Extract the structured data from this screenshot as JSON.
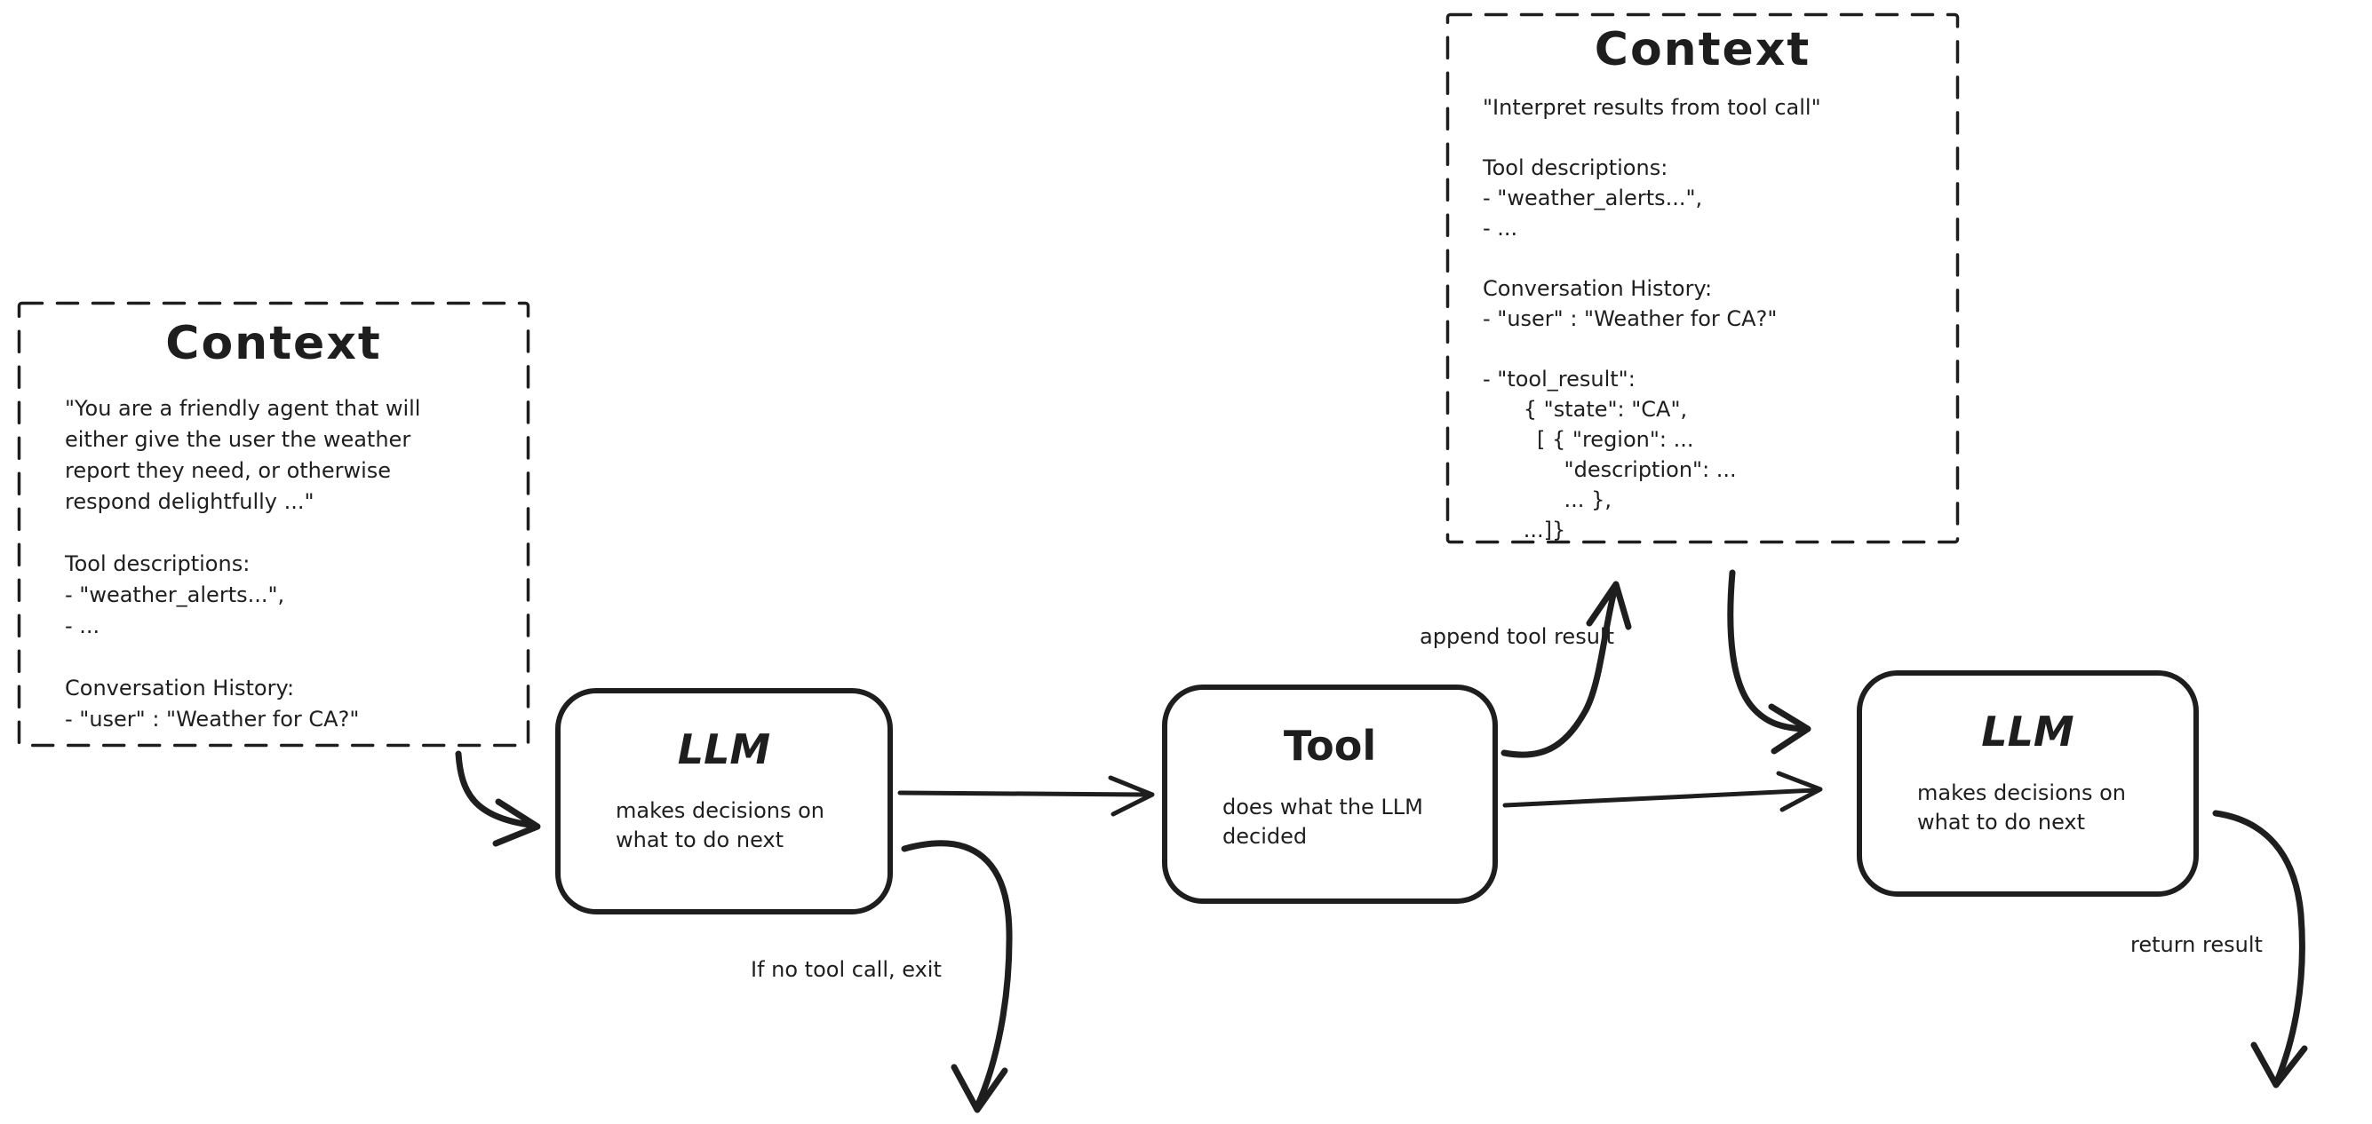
{
  "colors": {
    "ink": "#1e1e1e",
    "background": "#ffffff"
  },
  "context_left": {
    "title": "Context",
    "lines": [
      "\"You are a friendly agent that will",
      "either give the user the weather",
      "report they need, or otherwise",
      "respond delightfully ...\"",
      "",
      "Tool descriptions:",
      "- \"weather_alerts...\",",
      "- ...",
      "",
      "Conversation History:",
      "- \"user\" : \"Weather for CA?\""
    ]
  },
  "context_right": {
    "title": "Context",
    "lines": [
      "\"Interpret results from tool call\"",
      "",
      "Tool descriptions:",
      "- \"weather_alerts...\",",
      "- ...",
      "",
      "Conversation History:",
      "- \"user\" : \"Weather for CA?\"",
      "",
      "- \"tool_result\":",
      "      { \"state\": \"CA\",",
      "        [ { \"region\": ...",
      "            \"description\": ...",
      "            ... },",
      "      ...]}"
    ]
  },
  "nodes": {
    "llm1": {
      "title": "LLM",
      "subtitle_lines": [
        "makes decisions on",
        "what to do next"
      ]
    },
    "tool": {
      "title": "Tool",
      "subtitle_lines": [
        "does what the LLM",
        "decided"
      ]
    },
    "llm2": {
      "title": "LLM",
      "subtitle_lines": [
        "makes decisions on",
        "what to do next"
      ]
    }
  },
  "labels": {
    "append_tool_result": "append tool result",
    "if_no_tool_call_exit": "If no tool call, exit",
    "return_result": "return result"
  }
}
